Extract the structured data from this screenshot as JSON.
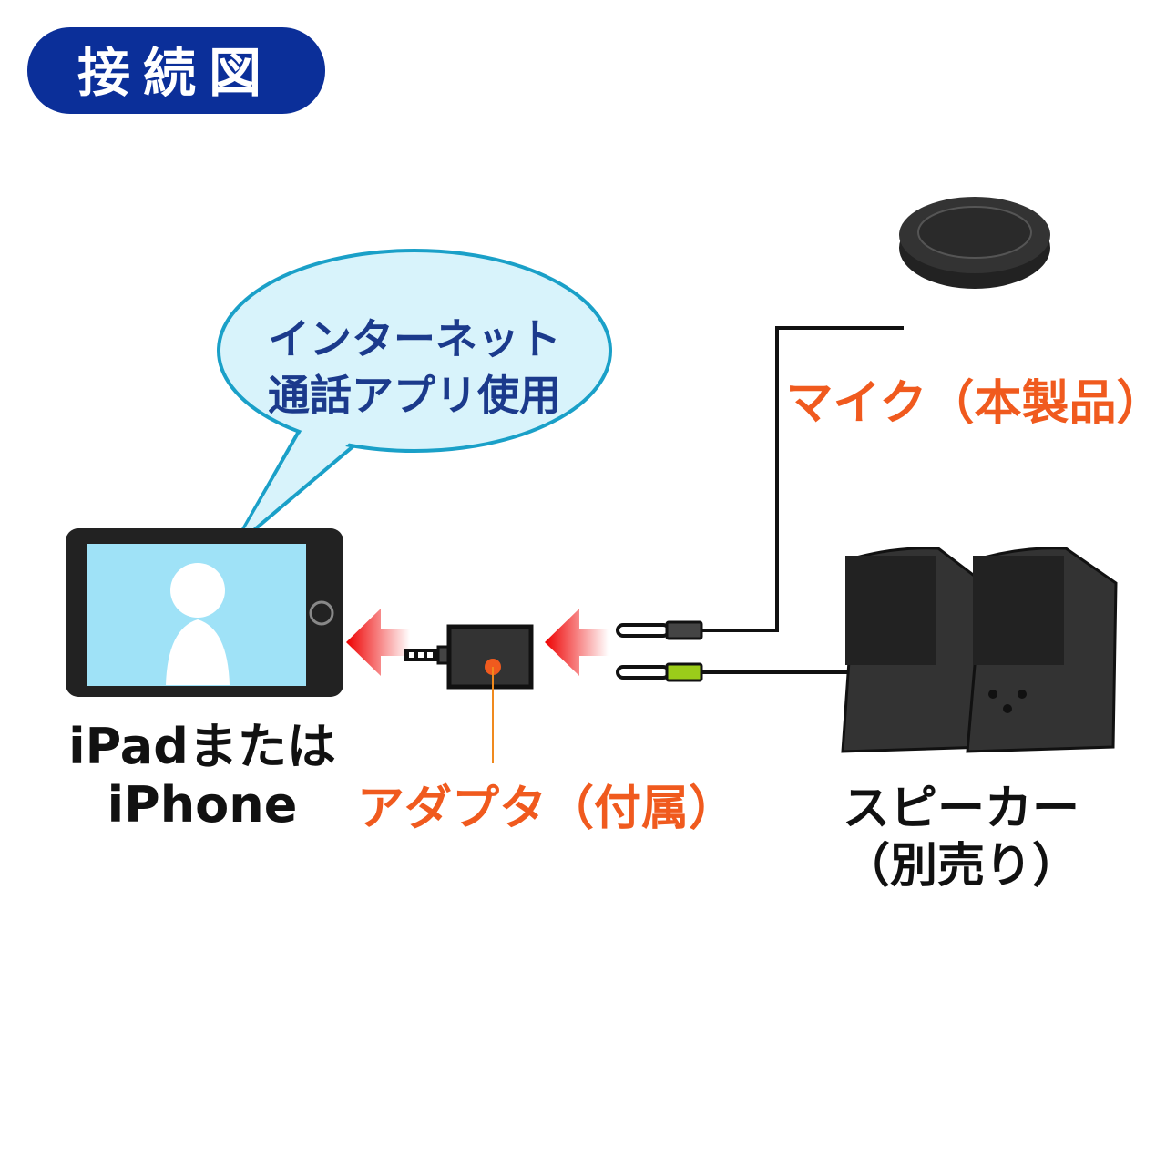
{
  "title": "接続図",
  "bubble": {
    "line1": "インターネット",
    "line2": "通話アプリ使用"
  },
  "labels": {
    "device_line1": "iPadまたは",
    "device_line2": "iPhone",
    "adapter": "アダプタ（付属）",
    "mic": "マイク（本製品）",
    "speaker_line1": "スピーカー",
    "speaker_line2": "（別売り）"
  },
  "colors": {
    "title_bg": "#0b2f99",
    "accent": "#f05a1e",
    "bubble_text": "#1b3a8c",
    "bubble_fill": "#d8f3fb",
    "screen": "#9fe2f7",
    "green_plug": "#9bcc1a"
  }
}
